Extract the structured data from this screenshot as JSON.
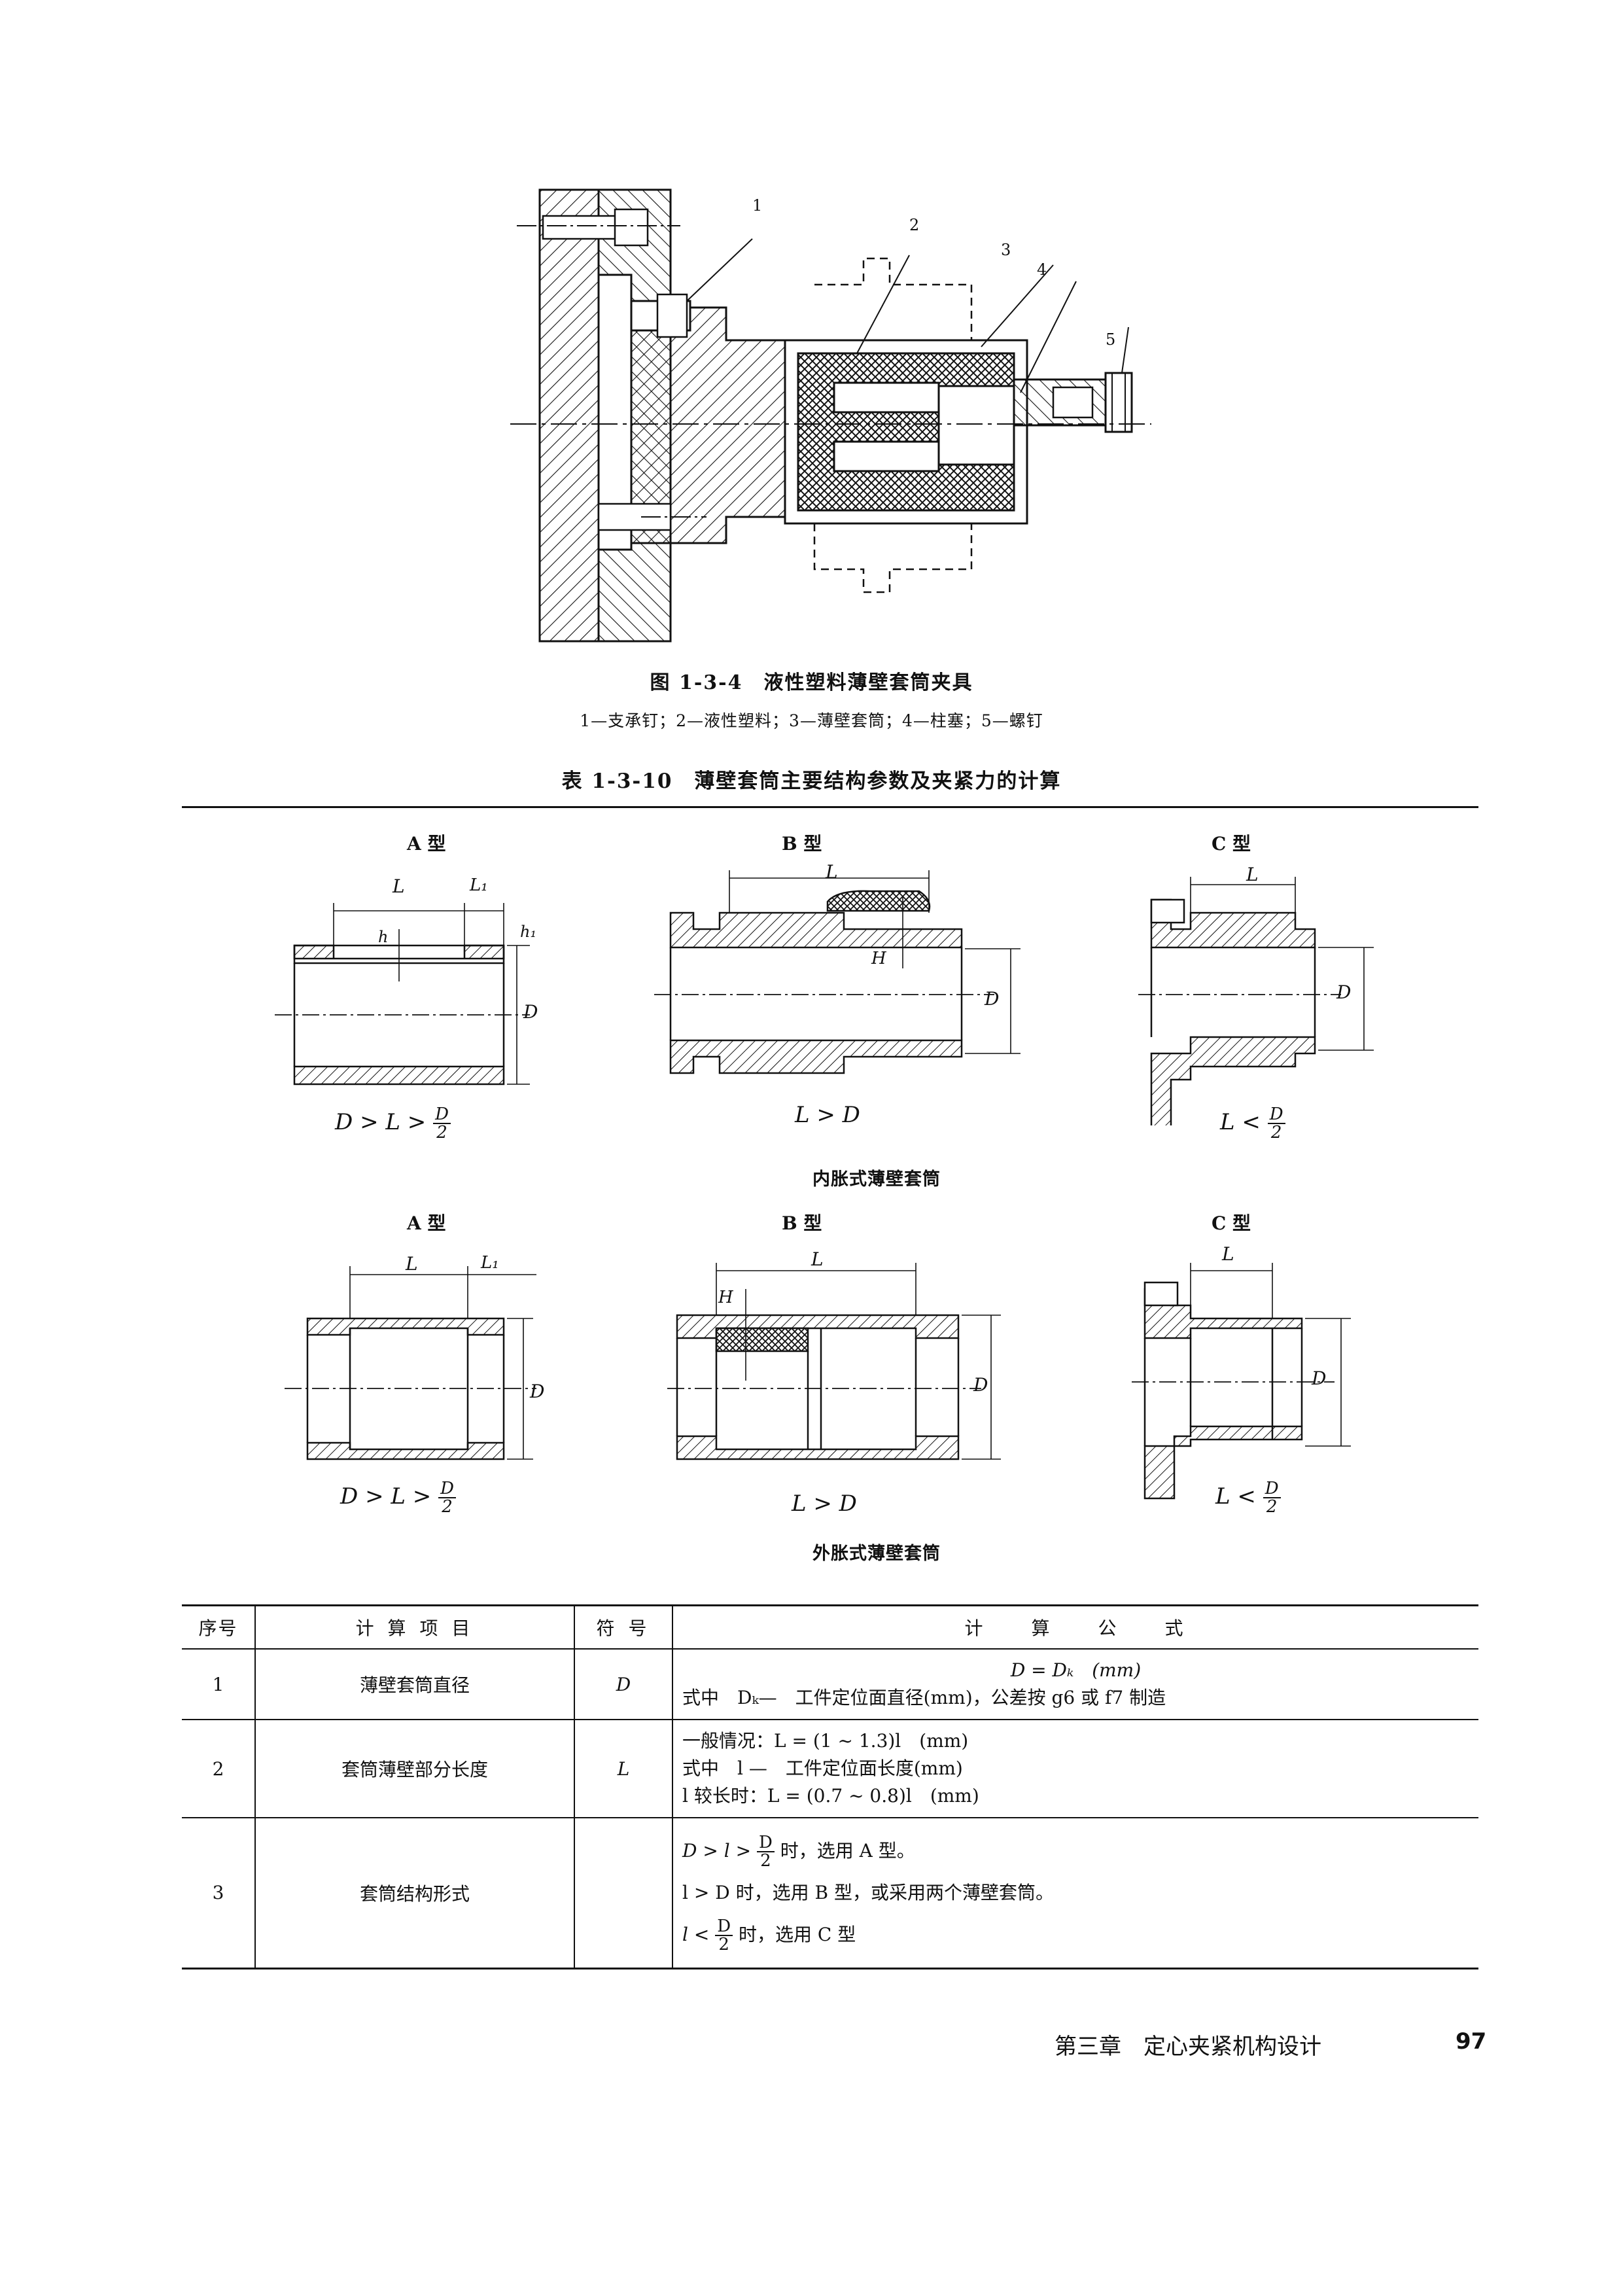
{
  "figure": {
    "caption": "图 1-3-4　液性塑料薄壁套筒夹具",
    "legend": "1—支承钉；2—液性塑料；3—薄壁套筒；4—柱塞；5—螺钉",
    "callouts": [
      "1",
      "2",
      "3",
      "4",
      "5"
    ]
  },
  "table_title": "表 1-3-10　薄壁套筒主要结构参数及夹紧力的计算",
  "internal": {
    "caption": "内胀式薄壁套筒",
    "types": [
      "A 型",
      "B 型",
      "C 型"
    ],
    "cond_a": {
      "left": "D > L >",
      "num": "D",
      "den": "2"
    },
    "cond_b": "L > D",
    "cond_c": {
      "left": "L <",
      "num": "D",
      "den": "2"
    }
  },
  "external": {
    "caption": "外胀式薄壁套筒",
    "types": [
      "A 型",
      "B 型",
      "C 型"
    ],
    "cond_a": {
      "left": "D > L >",
      "num": "D",
      "den": "2"
    },
    "cond_b": "L > D",
    "cond_c": {
      "left": "L <",
      "num": "D",
      "den": "2"
    }
  },
  "dims": {
    "L": "L",
    "L1": "L₁",
    "h": "h",
    "h1": "h₁",
    "H": "H",
    "D": "D"
  },
  "table": {
    "headers": [
      "序号",
      "计 算 项 目",
      "符 号",
      "计　　算　　公　　式"
    ],
    "rows": [
      {
        "no": "1",
        "item": "薄壁套筒直径",
        "sym": "D",
        "f1": "D = Dₖ　(mm)",
        "f2": "式中　Dₖ—　工件定位面直径(mm)，公差按 g6 或 f7 制造"
      },
      {
        "no": "2",
        "item": "套筒薄壁部分长度",
        "sym": "L",
        "f1": "一般情况：L = (1 ~ 1.3)l　(mm)",
        "f2": "式中　l —　工件定位面长度(mm)",
        "f3": "l 较长时：L = (0.7 ~ 0.8)l　(mm)"
      },
      {
        "no": "3",
        "item": "套筒结构形式",
        "sym": "",
        "f1a": "D > l >",
        "f1n": "D",
        "f1d": "2",
        "f1b": "时，选用 A 型。",
        "f2": "l > D 时，选用 B 型，或采用两个薄壁套筒。",
        "f3a": "l <",
        "f3n": "D",
        "f3d": "2",
        "f3b": "时，选用 C 型"
      }
    ]
  },
  "footer": {
    "chapter": "第三章　定心夹紧机构设计",
    "page": "97"
  }
}
